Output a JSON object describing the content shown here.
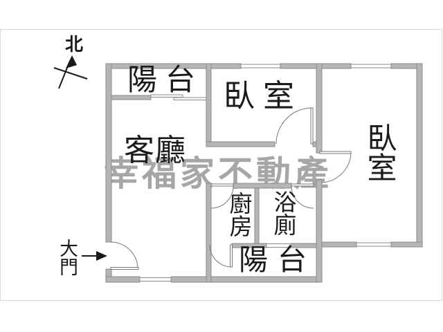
{
  "plan": {
    "compass_label": "北",
    "watermark": "幸福家不動產",
    "rooms": {
      "balcony_top": "陽台",
      "bedroom_top": "臥室",
      "bedroom_right": "臥室",
      "living_room": "客廳",
      "kitchen": "廚房",
      "bathroom": "浴廁",
      "balcony_bottom": "陽台",
      "main_door": "大門"
    },
    "colors": {
      "wall_fill": "#b5b5b5",
      "wall_stroke": "#8a8a8a",
      "line": "#777777",
      "watermark": "#a6a6a6",
      "text": "#1a1a1a",
      "border": "#d9d9d9"
    }
  }
}
